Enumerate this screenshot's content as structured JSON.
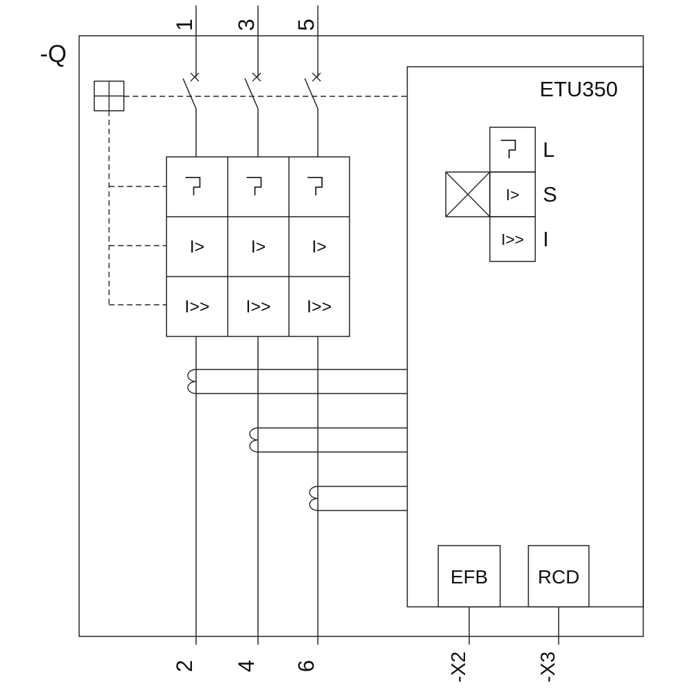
{
  "diagram": {
    "breaker_ref": "-Q",
    "trip_unit_model": "ETU350",
    "top_terminals": [
      "1",
      "3",
      "5"
    ],
    "bottom_terminals": [
      "2",
      "4",
      "6"
    ],
    "aux_terminals": [
      "-X2",
      "-X3"
    ],
    "pole_trip_symbols": {
      "long_time_icon": "inverse-time-step-icon",
      "short_time": "I>",
      "instantaneous": "I>>"
    },
    "etu_functions": {
      "long_time_label": "L",
      "short_time_label": "S",
      "short_time_symbol": "I>",
      "instantaneous_label": "I",
      "instantaneous_symbol": "I>>"
    },
    "modules": {
      "efb": "EFB",
      "rcd": "RCD"
    },
    "line_color": "#222222",
    "background_color": "#ffffff"
  }
}
